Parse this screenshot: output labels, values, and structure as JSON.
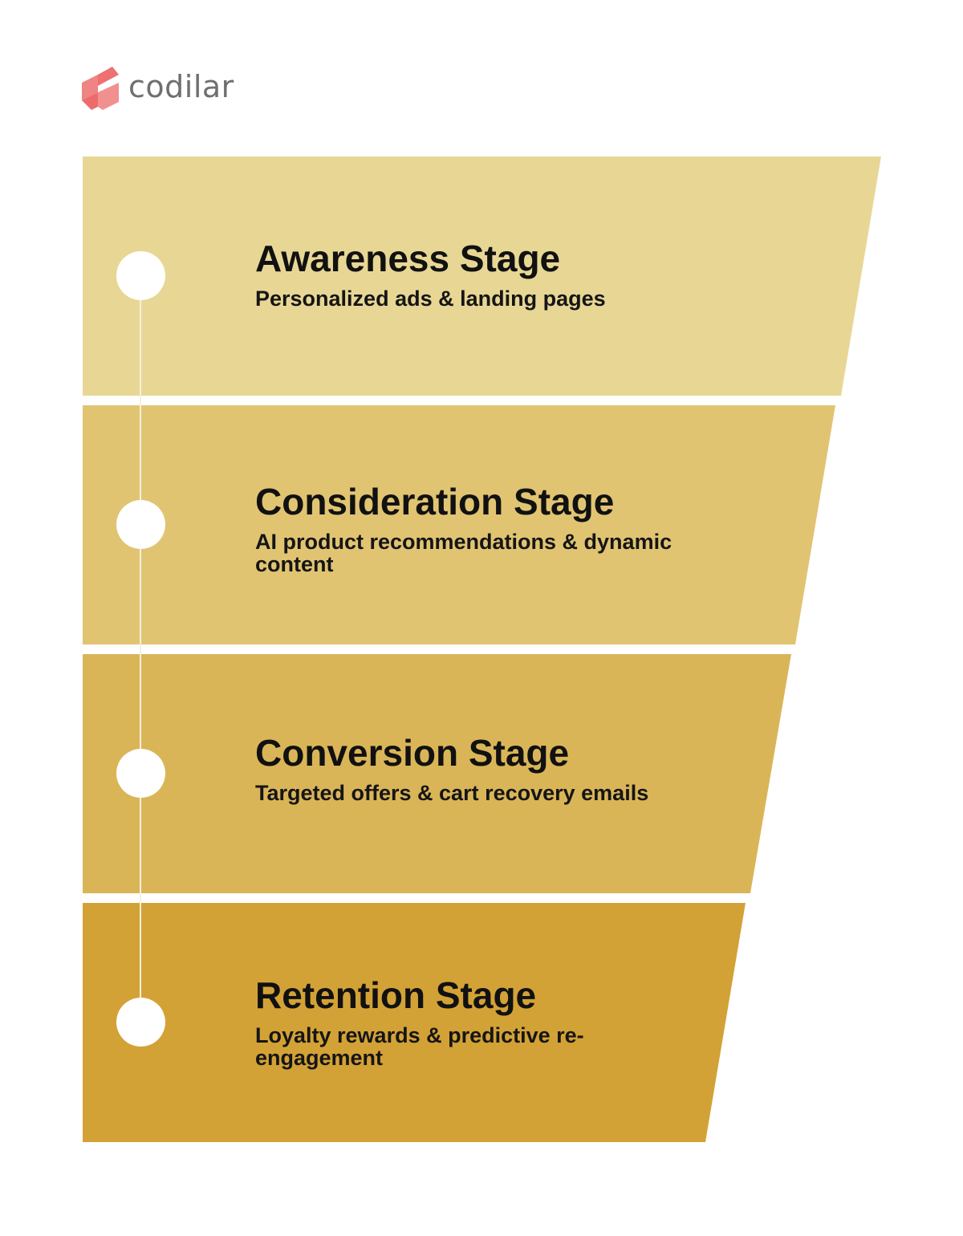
{
  "brand": {
    "name": "codilar",
    "logo_color": "#ef7b7b"
  },
  "stages": [
    {
      "title": "Awareness Stage",
      "description": "Personalized ads & landing pages",
      "color": "#e8d794"
    },
    {
      "title": "Consideration Stage",
      "description": "AI product recommendations & dynamic content",
      "color": "#e1c472"
    },
    {
      "title": "Conversion Stage",
      "description": "Targeted offers & cart recovery emails",
      "color": "#dab558"
    },
    {
      "title": "Retention Stage",
      "description": "Loyalty rewards & predictive re-engagement",
      "color": "#d3a236"
    }
  ],
  "timeline": {
    "dot_color": "#ffffff",
    "line_color": "#f5f0de"
  }
}
